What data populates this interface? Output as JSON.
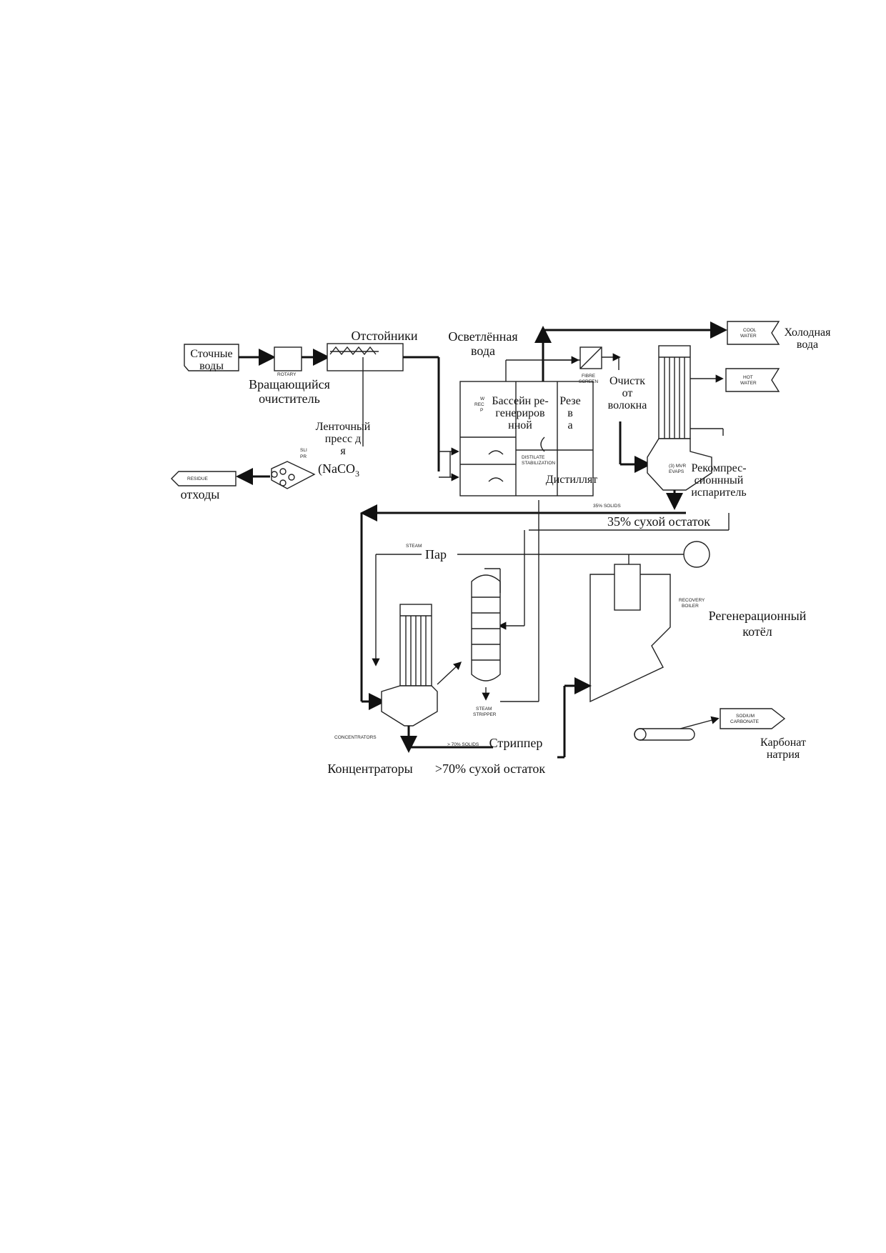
{
  "labels": {
    "waste_water": [
      "Сточные",
      "воды"
    ],
    "rotating_cleaner": [
      "Вращающийся",
      "очиститель"
    ],
    "settlers": "Отстойники",
    "clarified_water": [
      "Осветлённая",
      "вода"
    ],
    "cold_water": [
      "Холодная",
      "вода"
    ],
    "regen_pool": [
      "Бассейн ре-",
      "генериров",
      "нной"
    ],
    "reserve": [
      "Резе",
      "в",
      "а"
    ],
    "fibre_clean": [
      "Очистк",
      "от",
      "волокна"
    ],
    "belt_press": [
      "Ленточный",
      "пресс д",
      "я"
    ],
    "naco3": "(NaCO",
    "naco3_sub": "3",
    "waste": "отходы",
    "distillate": "Дистиллят",
    "recompression_evap": [
      "Рекомпрес-",
      "сионнный",
      "испаритель"
    ],
    "solids_35": "35% сухой остаток",
    "steam": "Пар",
    "recovery_boiler": [
      "Регенерационный",
      "котёл"
    ],
    "concentrators": "Концентраторы",
    "stripper": "Стриппер",
    "solids_70": ">70% сухой остаток",
    "sodium_carbonate": [
      "Карбонат",
      "натрия"
    ]
  },
  "original_labels": {
    "cool_water": [
      "COOL",
      "WATER"
    ],
    "hot_water": [
      "HOT",
      "WATER"
    ],
    "fibre_screen": [
      "FIBRE",
      "SCREEN"
    ],
    "distilate_stabilization": [
      "DISTILATE",
      "STABILIZATION"
    ],
    "mvr_evaps": [
      "(3) MVR",
      "EVAPS"
    ],
    "solids_35": "35% SOLIDS",
    "steam": "STEAM",
    "recovery_boiler": [
      "RECOVERY",
      "BOILER"
    ],
    "concentrators": "CONCENTRATORS",
    "steam_stripper": [
      "STEAM",
      "STRIPPER"
    ],
    "solids_70": "> 70% SOLIDS",
    "sodium_carbonate": [
      "SODIUM",
      "CARBONATE"
    ],
    "residue": "RESIDUE",
    "rotary": "ROTARY",
    "slurry_press": [
      "SLI",
      "PR"
    ],
    "water_recovery": [
      "W",
      "REC",
      "P"
    ]
  }
}
